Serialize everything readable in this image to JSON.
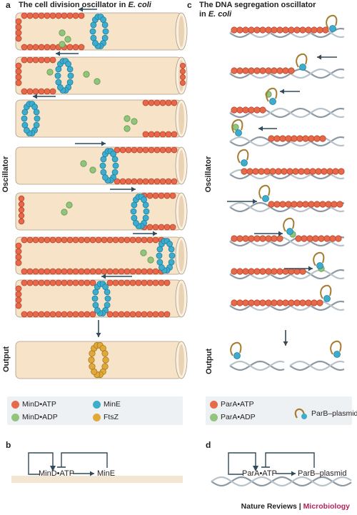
{
  "panel_a": {
    "letter": "a",
    "title_pre": "The cell division oscillator in ",
    "title_em": "E. coli"
  },
  "panel_c": {
    "letter": "c",
    "title_line1": "The DNA segregation oscillator",
    "title_line2_pre": "in ",
    "title_line2_em": "E. coli"
  },
  "panel_b": {
    "letter": "b",
    "node1": "MinD•ATP",
    "node2": "MinE"
  },
  "panel_d": {
    "letter": "d",
    "node1": "ParA•ATP",
    "node2": "ParB–plasmid"
  },
  "side_labels": {
    "oscillator": "Oscillator",
    "output": "Output"
  },
  "legend_left": [
    {
      "label": "MinD•ATP",
      "color": "#e8684a"
    },
    {
      "label": "MinE",
      "color": "#3daccd"
    },
    {
      "label": "MinD•ADP",
      "color": "#93c47d"
    },
    {
      "label": "FtsZ",
      "color": "#e1a93a"
    }
  ],
  "legend_right": [
    {
      "label": "ParA•ATP",
      "color": "#e8684a"
    },
    {
      "label": "ParA•ADP",
      "color": "#93c47d"
    },
    {
      "label": "ParB–plasmid",
      "color": "#a67c30"
    }
  ],
  "footer": {
    "journal": "Nature Reviews",
    "sep": " | ",
    "section": "Microbiology"
  }
}
